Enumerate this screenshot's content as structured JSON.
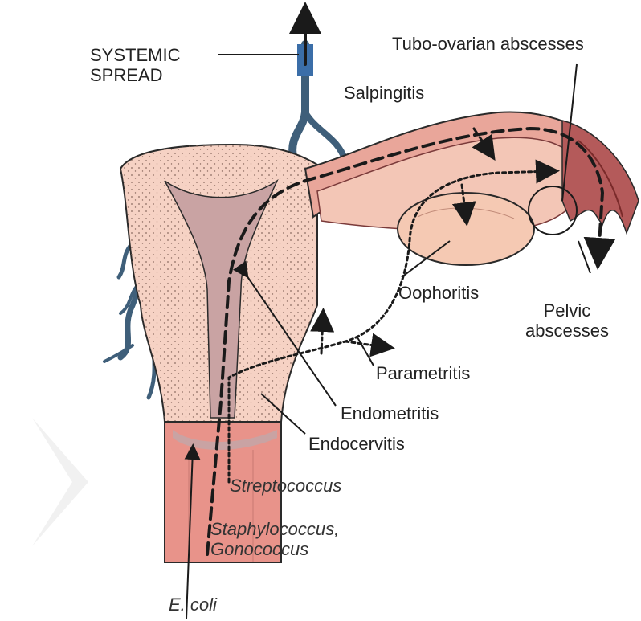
{
  "colors": {
    "uterus_wall": "#f6d2c4",
    "cavity": "#c9a3a3",
    "tube": "#e9a69a",
    "tube_lumen": "#f3c6b6",
    "fimbria": "#b45a5a",
    "ovary": "#f5c9b3",
    "vessel": "#3f5f7a",
    "vessel_highlight": "#3b6ea8",
    "cervix": "#e8938a",
    "outline": "#2a2a2a"
  },
  "labels": {
    "systemic_spread": [
      "SYSTEMIC",
      "SPREAD"
    ],
    "tubo_ovarian": "Tubo-ovarian abscesses",
    "salpingitis": "Salpingitis",
    "oophoritis": "Oophoritis",
    "pelvic_abscesses": [
      "Pelvic",
      "abscesses"
    ],
    "parametritis": "Parametritis",
    "endometritis": "Endometritis",
    "endocervitis": "Endocervitis",
    "streptococcus": "Streptococcus",
    "staphylococcus_gonococcus": [
      "Staphylococcus,",
      "Gonococcus"
    ],
    "ecoli": "E. coli"
  }
}
